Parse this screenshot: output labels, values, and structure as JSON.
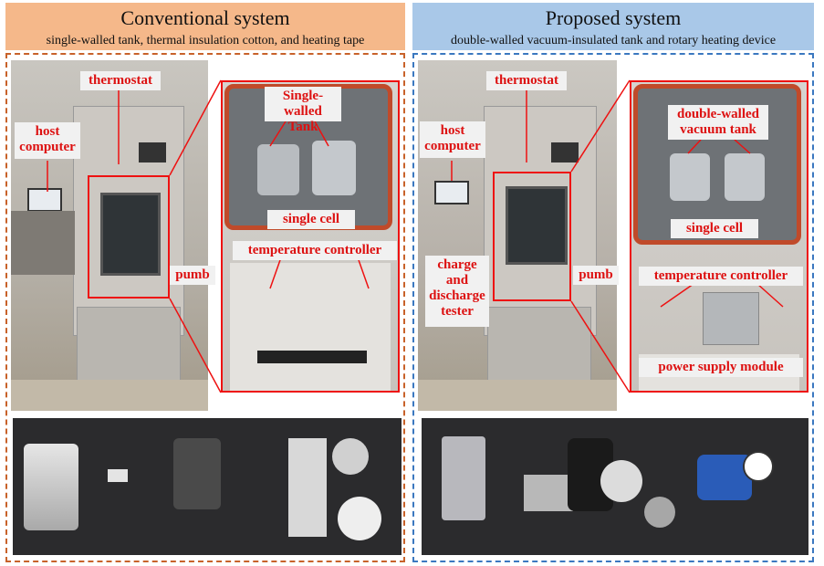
{
  "left_panel": {
    "title": "Conventional system",
    "subtitle": "single-walled tank, thermal insulation cotton, and heating tape",
    "header_color": "#f5b88a",
    "border_color": "#c8622a",
    "labels": {
      "thermostat": "thermostat",
      "host_computer": "host\ncomputer",
      "tank": "Single-walled\nTank",
      "single_cell": "single cell",
      "temperature_controller": "temperature controller",
      "pump": "pumb"
    }
  },
  "right_panel": {
    "title": "Proposed system",
    "subtitle": "double-walled vacuum-insulated tank and rotary heating device",
    "header_color": "#a9c8e8",
    "border_color": "#3b78c0",
    "labels": {
      "thermostat": "thermostat",
      "host_computer": "host\ncomputer",
      "tank": "double-walled\nvacuum tank",
      "single_cell": "single cell",
      "tester": "charge\nand\ndischarge\ntester",
      "pump": "pumb",
      "temperature_controller": "temperature controller",
      "power_supply": "power supply module"
    }
  },
  "colors": {
    "label_text": "#dd1111",
    "label_bg": "#f1f1f1",
    "callout": "#e11111"
  }
}
